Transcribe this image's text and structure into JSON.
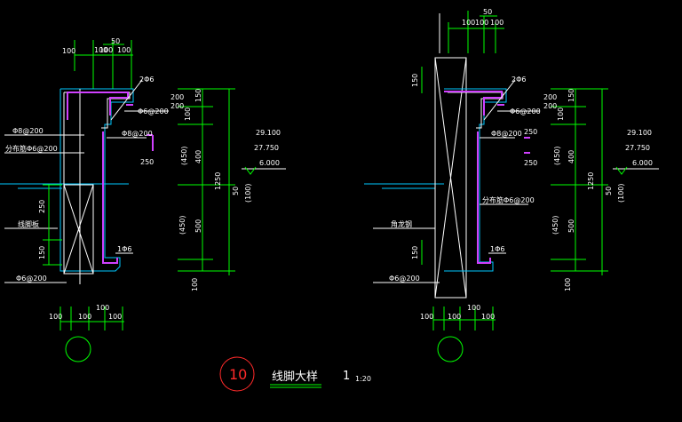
{
  "colors": {
    "background": "#000000",
    "dimension_lines": "#00ff00",
    "outline": "#ffffff",
    "cyan_lines": "#00c8ff",
    "rebar": "#d040ff",
    "detail_marker": "#ff2a2a"
  },
  "title_block": {
    "detail_number": "10",
    "title": "线脚大样",
    "scale_prefix": "1",
    "scale": "1:20"
  },
  "left_detail": {
    "top_dims": [
      "100",
      "50",
      "100",
      "100",
      "100"
    ],
    "bottom_dims": [
      "100",
      "100",
      "100",
      "100"
    ],
    "right_dims": [
      "200",
      "150",
      "200",
      "100",
      "(450)",
      "400",
      "1250",
      "50",
      "(100)",
      "(450)",
      "500",
      "100"
    ],
    "inner_dims": [
      "250",
      "250",
      "150"
    ],
    "elevations": [
      "29.100",
      "27.750",
      "6.000"
    ],
    "rebar_labels": [
      "2Φ6",
      "Φ6@200",
      "Φ8@200",
      "Φ8@200",
      "分布筋Φ6@200",
      "1Φ6",
      "Φ6@200"
    ],
    "side_label": "线脚板"
  },
  "right_detail": {
    "top_dims": [
      "50",
      "100",
      "100",
      "100"
    ],
    "bottom_dims": [
      "100",
      "100",
      "100",
      "100"
    ],
    "right_dims": [
      "200",
      "150",
      "200",
      "100",
      "(450)",
      "400",
      "1250",
      "50",
      "(100)",
      "(450)",
      "500",
      "100"
    ],
    "inner_dims": [
      "150",
      "150",
      "250",
      "250"
    ],
    "elevations": [
      "29.100",
      "27.750",
      "6.000"
    ],
    "rebar_labels": [
      "2Φ6",
      "Φ6@200",
      "Φ8@200",
      "分布筋Φ6@200",
      "1Φ6",
      "Φ6@200"
    ],
    "side_label": "角龙钢"
  }
}
